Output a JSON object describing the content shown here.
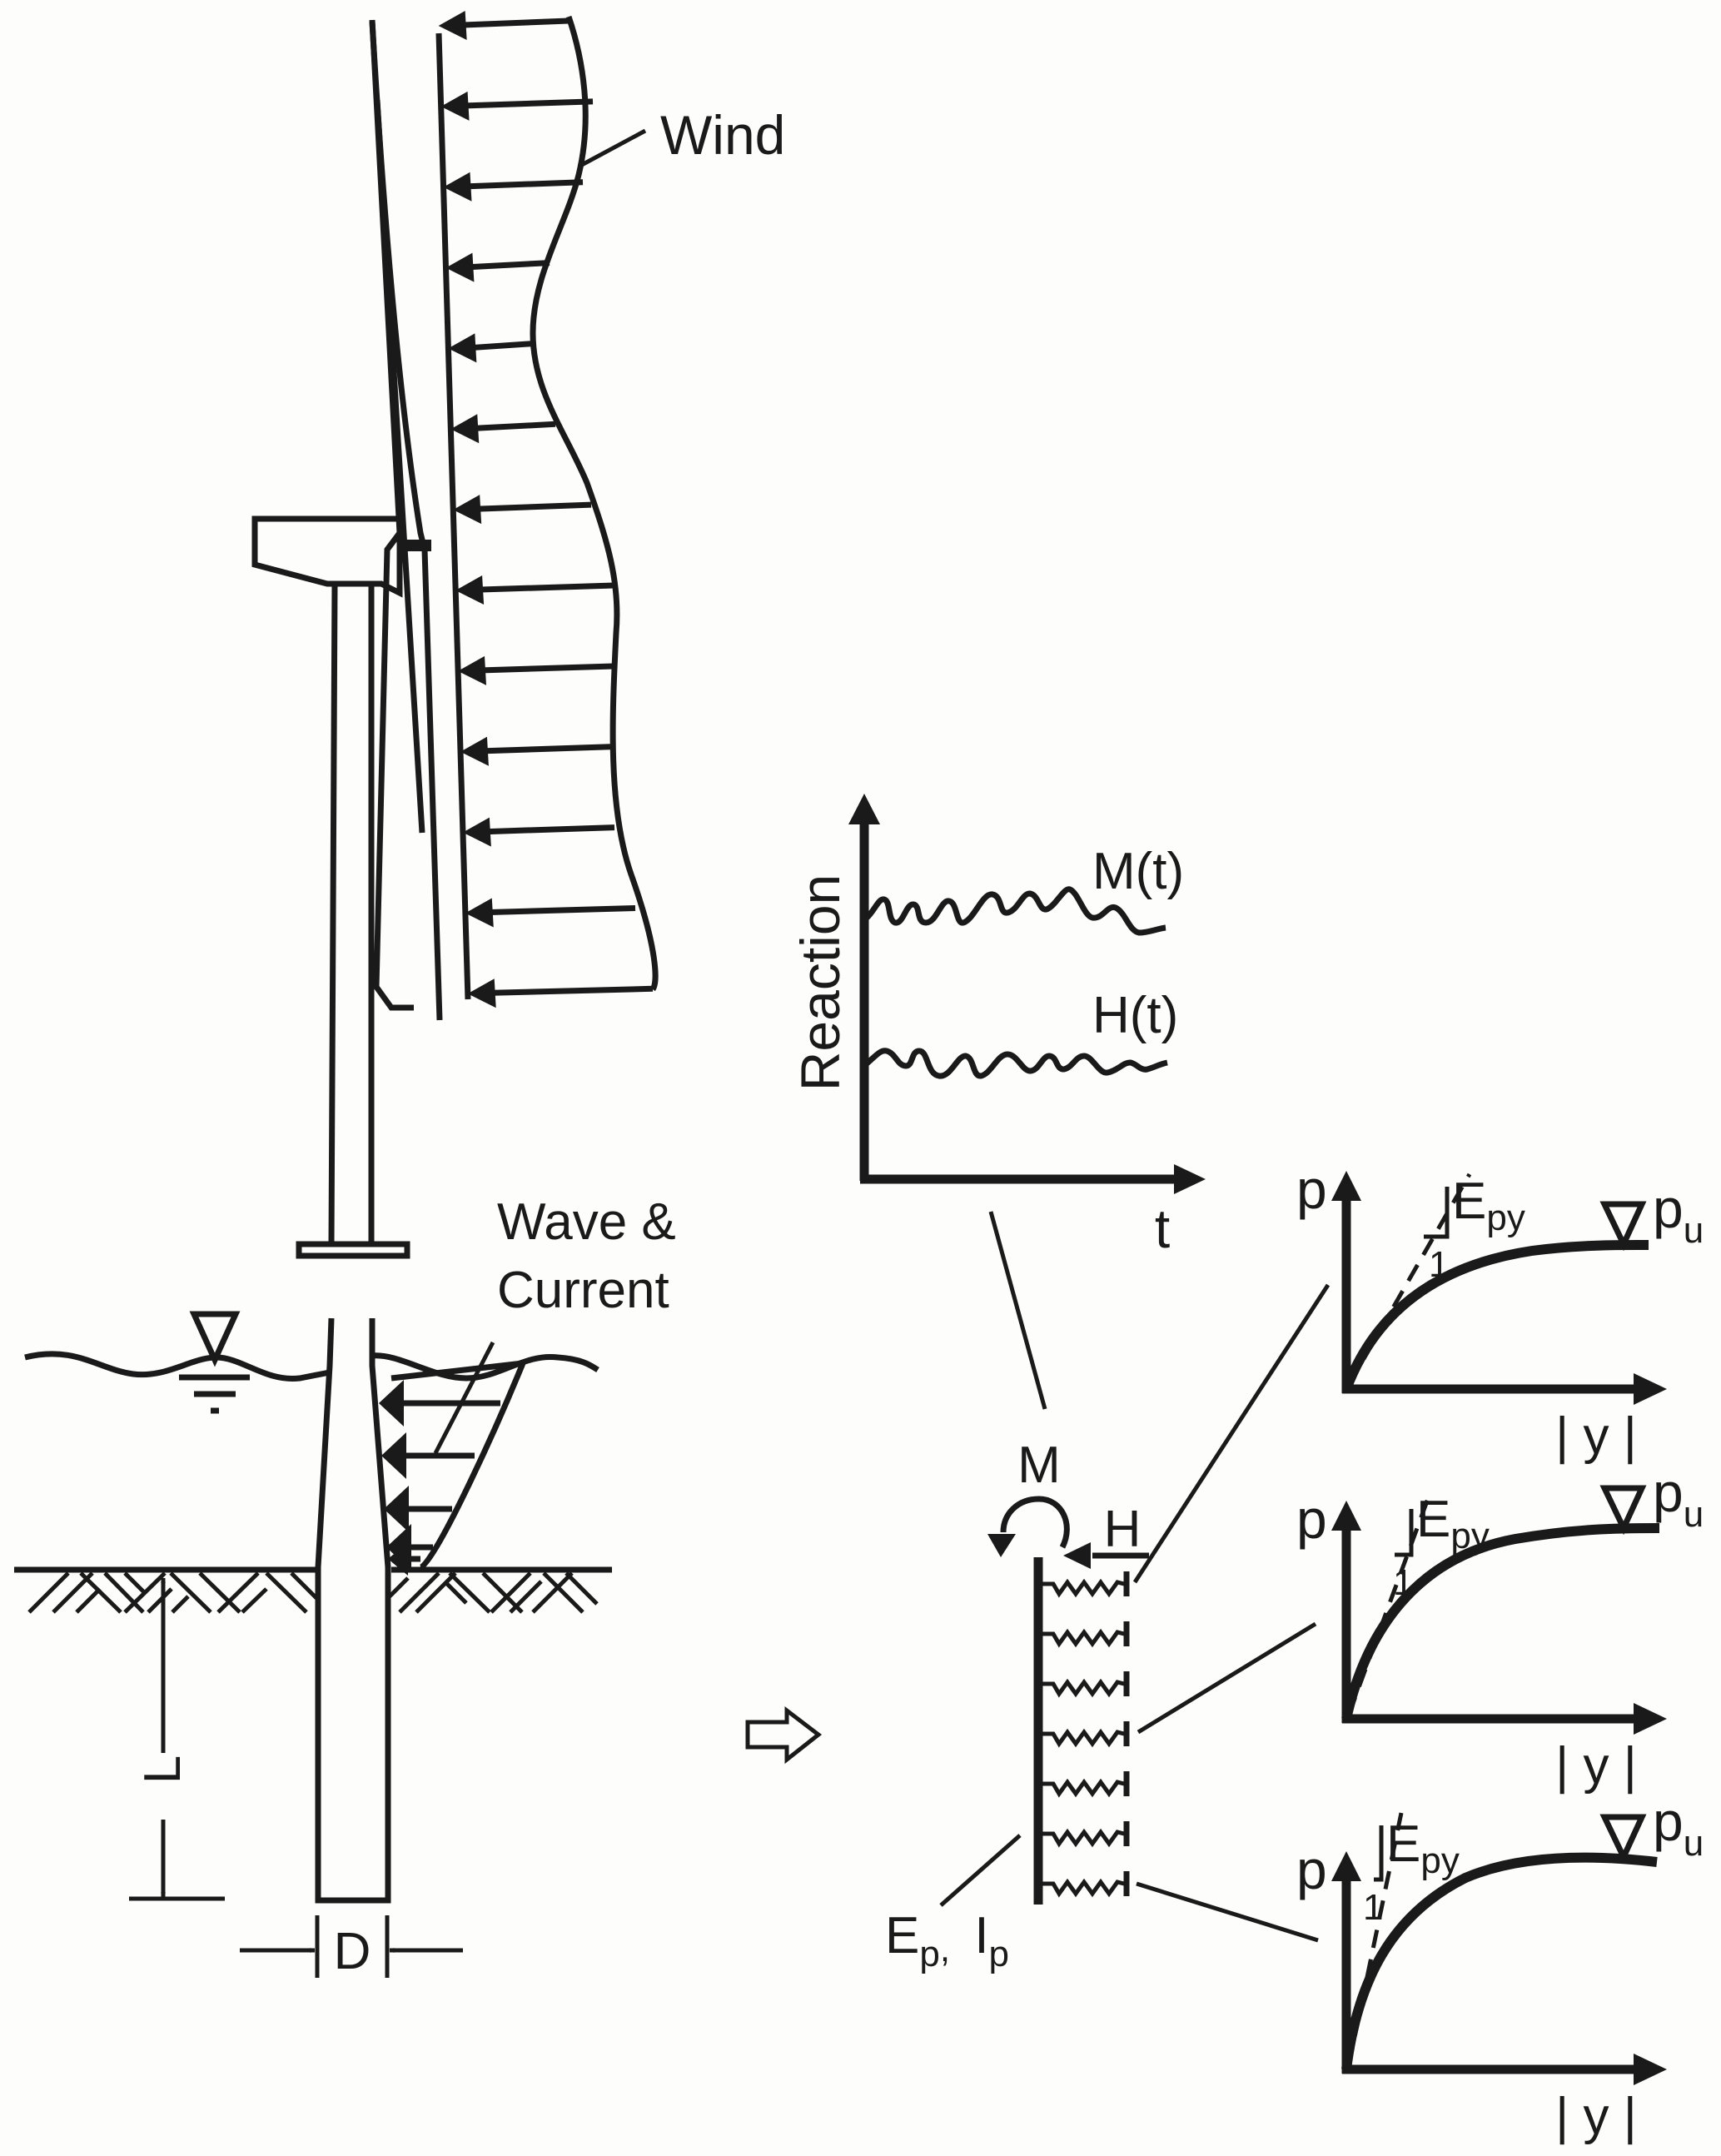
{
  "figure": {
    "colors": {
      "ink": "#1a1a1a",
      "background": "#fdfdfb"
    },
    "turbine": {
      "wind_label": "Wind",
      "wave_label_line1": "Wave &",
      "wave_label_line2": "Current",
      "embedment_label": "L",
      "diameter_label": "D",
      "wind_arrow_count": 13,
      "wave_arrow_count": 5
    },
    "transition_arrow": "outline-right-arrow",
    "reaction_chart": {
      "ylabel": "Reaction",
      "xlabel": "t",
      "series": [
        {
          "name": "M(t)"
        },
        {
          "name": "H(t)"
        }
      ]
    },
    "pile_model": {
      "moment_label": "M",
      "horizontal_load_label": "H",
      "stiffness_label_main": "E",
      "stiffness_label_sub1": "p",
      "stiffness_label_sep": ",",
      "inertia_label_main": "I",
      "inertia_label_sub": "p",
      "spring_count": 7
    },
    "py_curves": [
      {
        "ylabel": "p",
        "xlabel": "| y |",
        "slope_label_main": "E",
        "slope_label_sub": "py",
        "unit_slope_label": "1",
        "ultimate_label_main": "p",
        "ultimate_label_sub": "u",
        "depth": "shallow"
      },
      {
        "ylabel": "p",
        "xlabel": "| y |",
        "slope_label_main": "E",
        "slope_label_sub": "py",
        "unit_slope_label": "1",
        "ultimate_label_main": "p",
        "ultimate_label_sub": "u",
        "depth": "middle"
      },
      {
        "ylabel": "p",
        "xlabel": "| y |",
        "slope_label_main": "E",
        "slope_label_sub": "py",
        "unit_slope_label": "1",
        "ultimate_label_main": "p",
        "ultimate_label_sub": "u",
        "depth": "deep"
      }
    ]
  }
}
